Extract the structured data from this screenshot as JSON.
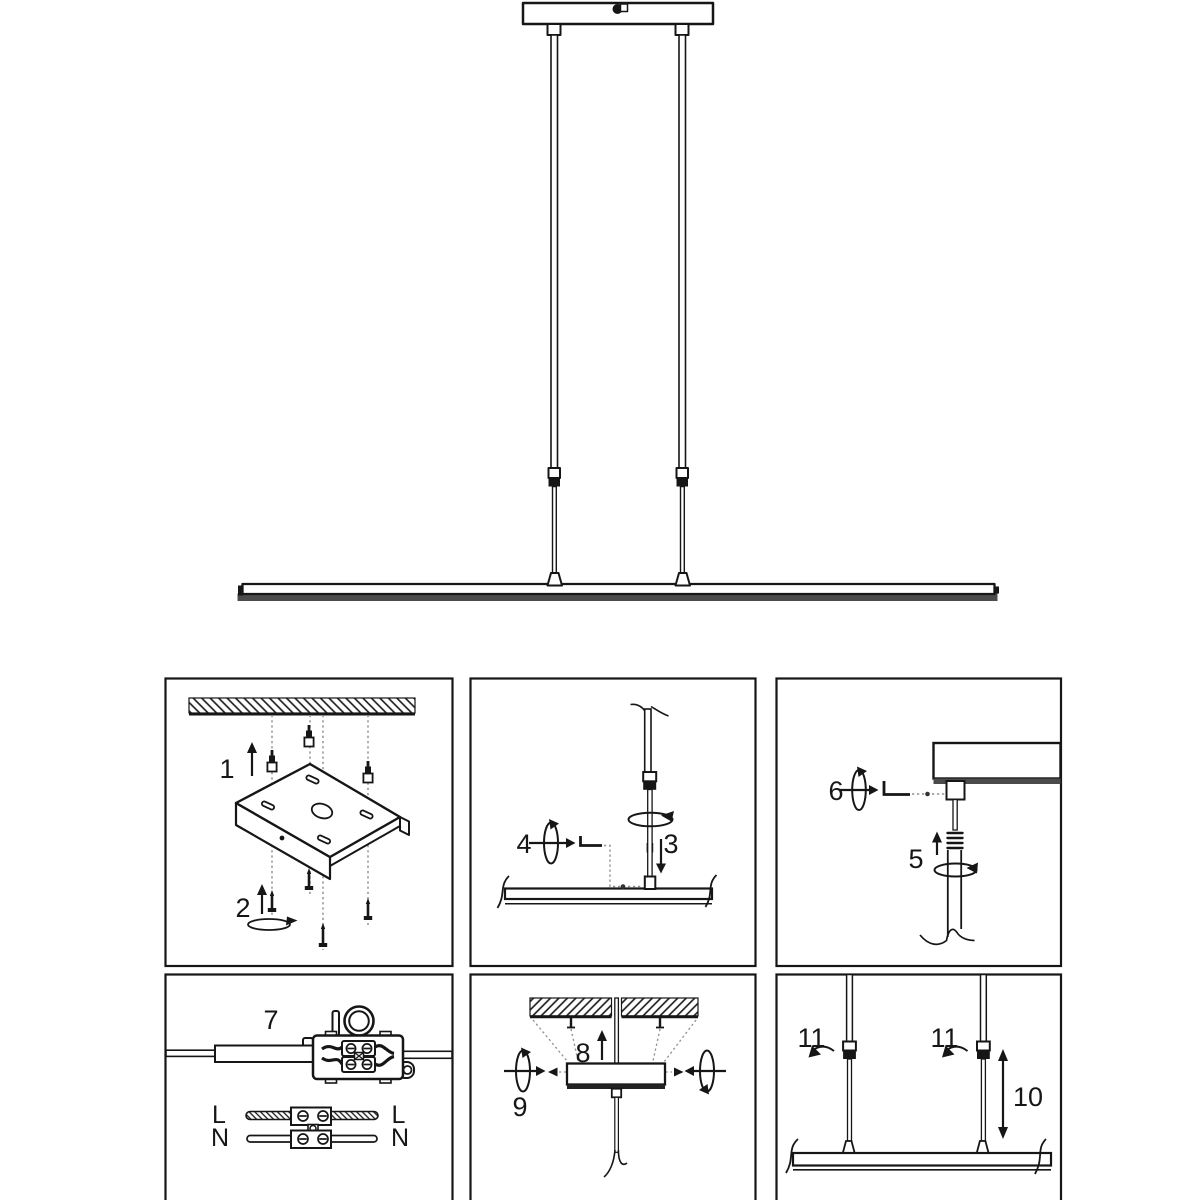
{
  "document": {
    "kind": "pendant-lamp-installation-instructions",
    "colors": {
      "line": "#161616",
      "bar_stripe": "#4b4b4b",
      "canopy_stripe": "#222222",
      "dash": "#909090"
    }
  },
  "steps": {
    "s1": "1",
    "s2": "2",
    "s3": "3",
    "s4": "4",
    "s5": "5",
    "s6": "6",
    "s7": "7",
    "s8": "8",
    "s9": "9",
    "s10": "10",
    "s11": "11"
  },
  "wiring": {
    "live": "L",
    "neutral": "N"
  }
}
